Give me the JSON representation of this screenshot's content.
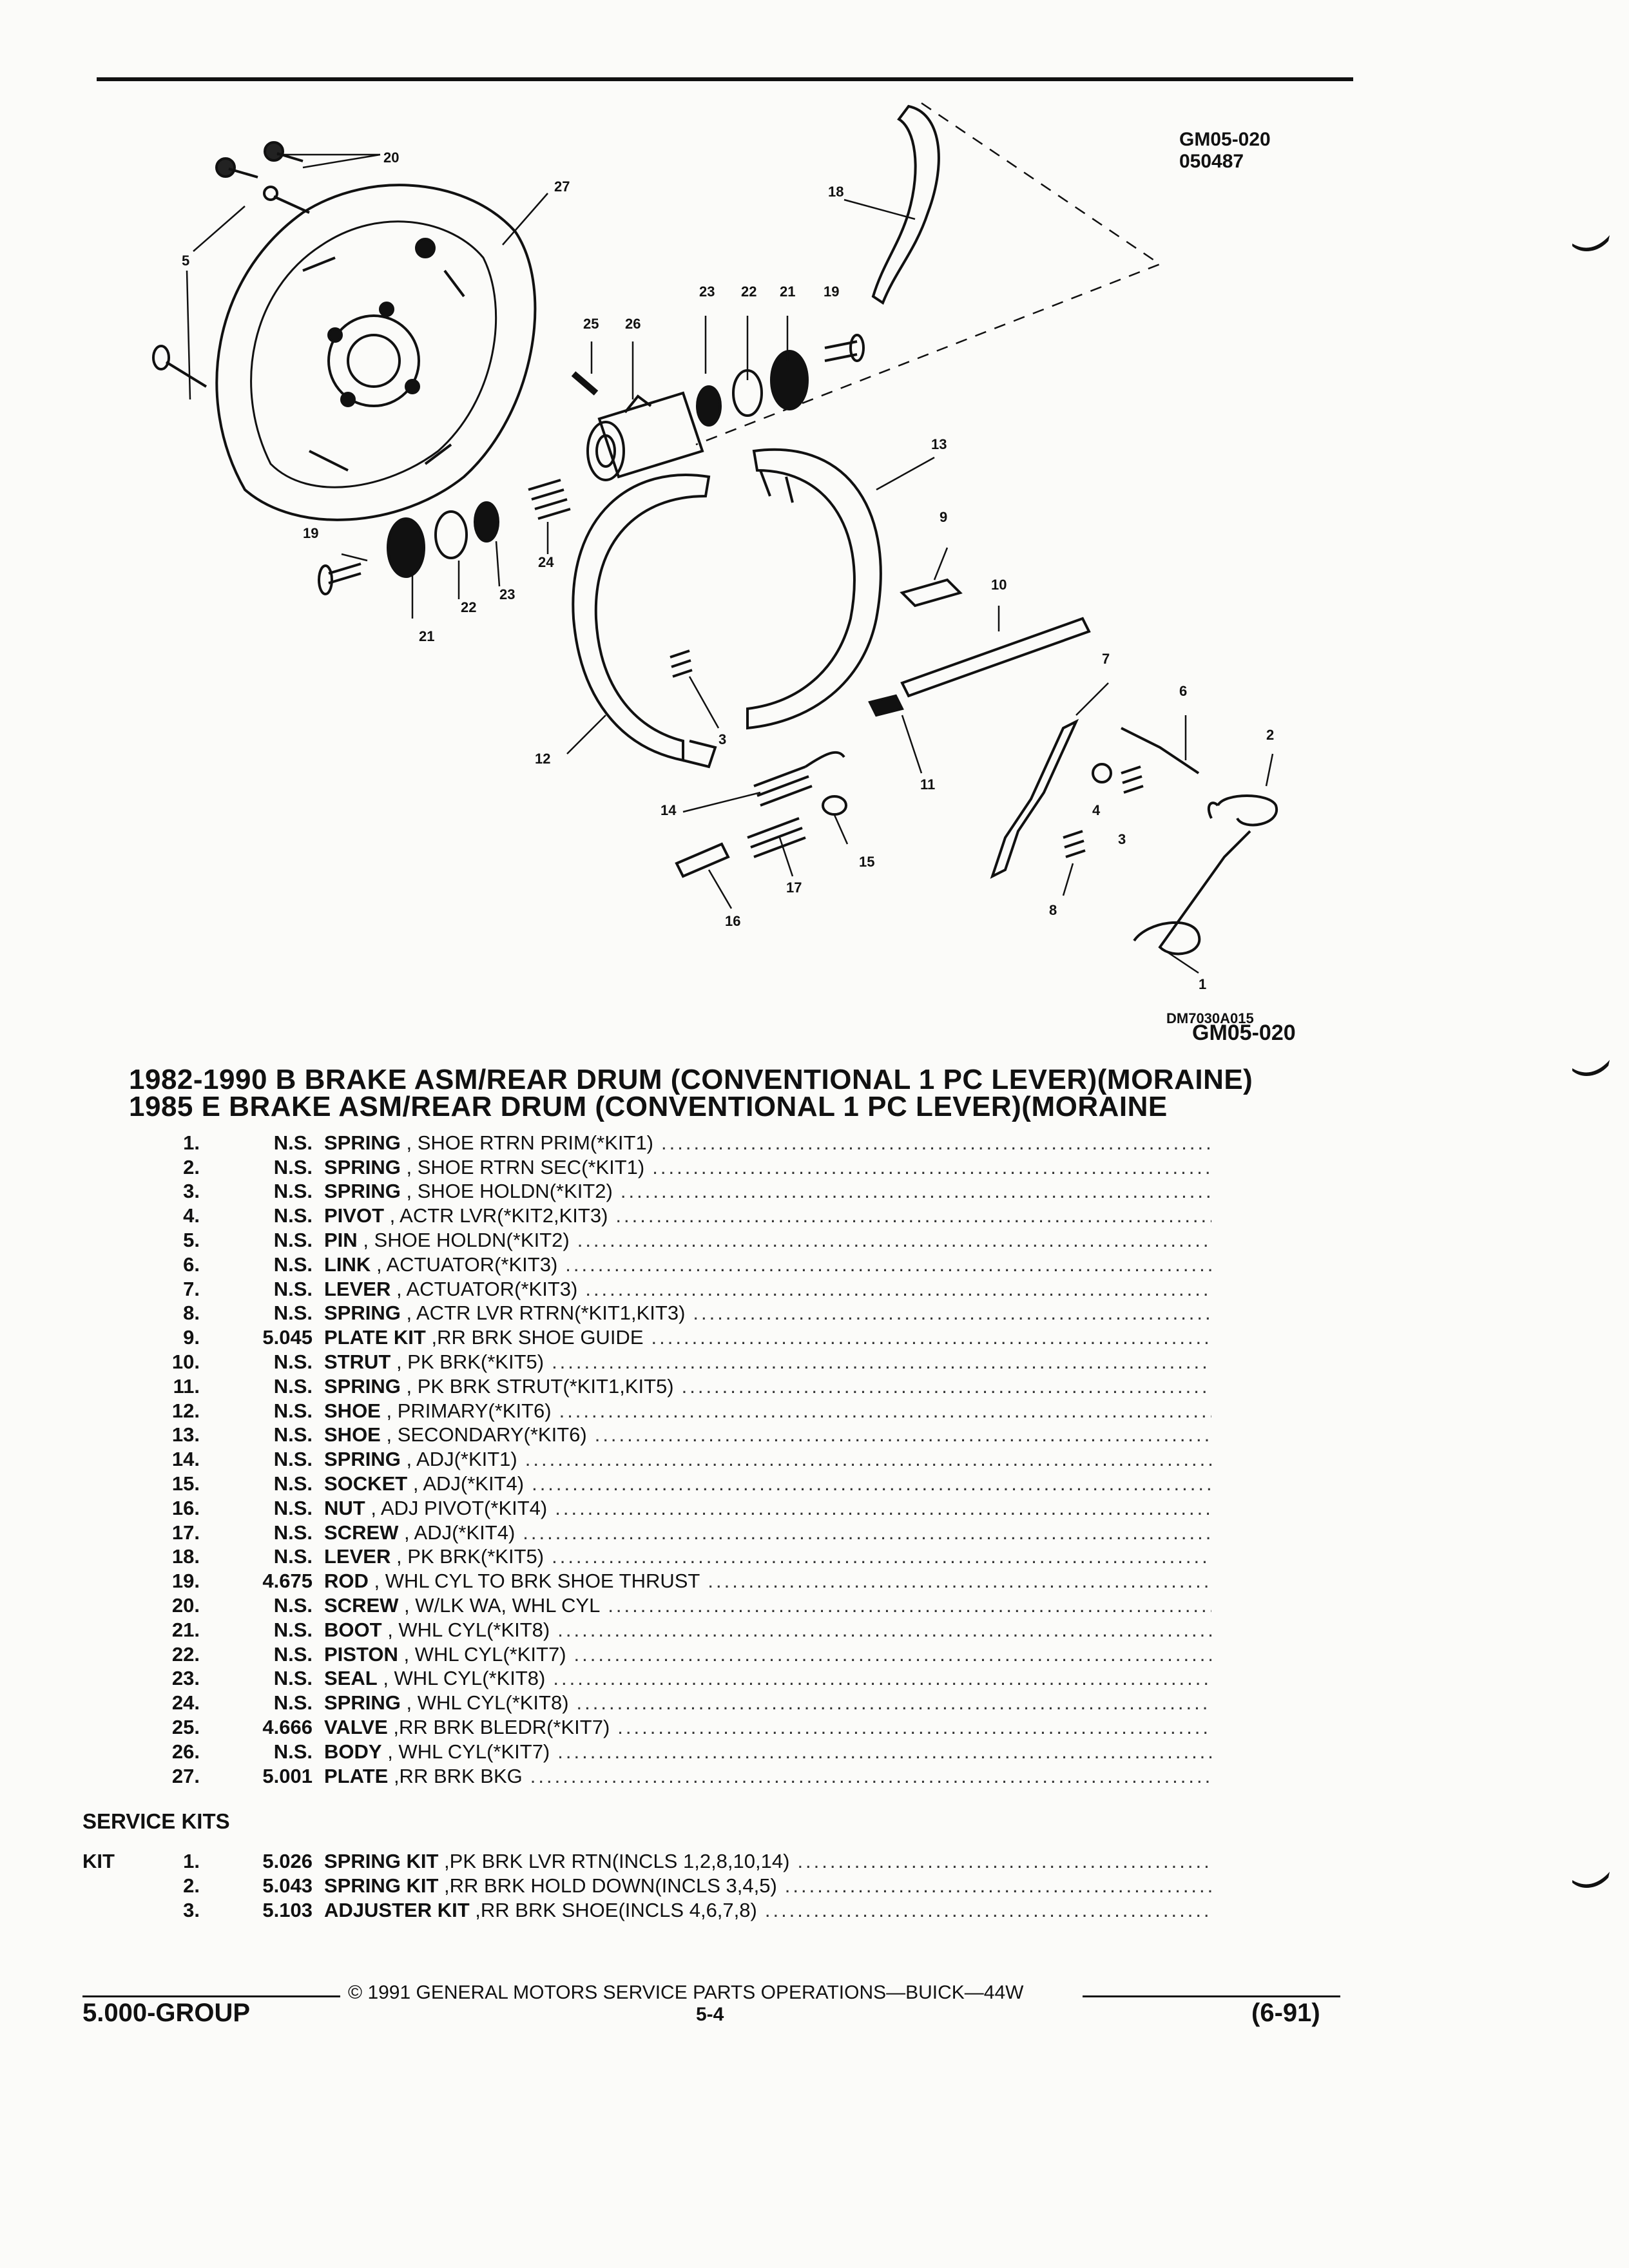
{
  "figure": {
    "id_top": "GM05-020",
    "date_code": "050487",
    "bottom_ref": "DM7030A015",
    "bottom_id": "GM05-020"
  },
  "titles": {
    "line1": "1982-1990 B BRAKE ASM/REAR DRUM (CONVENTIONAL 1 PC LEVER)(MORAINE)",
    "line2": "1985 E BRAKE ASM/REAR DRUM (CONVENTIONAL 1 PC LEVER)(MORAINE"
  },
  "parts": [
    {
      "num": "1.",
      "code": "N.S.",
      "name": "SPRING",
      "detail": ", SHOE RTRN PRIM(*KIT1)"
    },
    {
      "num": "2.",
      "code": "N.S.",
      "name": "SPRING",
      "detail": ", SHOE RTRN SEC(*KIT1)"
    },
    {
      "num": "3.",
      "code": "N.S.",
      "name": "SPRING",
      "detail": ", SHOE HOLDN(*KIT2)"
    },
    {
      "num": "4.",
      "code": "N.S.",
      "name": "PIVOT",
      "detail": ", ACTR LVR(*KIT2,KIT3)"
    },
    {
      "num": "5.",
      "code": "N.S.",
      "name": "PIN",
      "detail": ", SHOE HOLDN(*KIT2)"
    },
    {
      "num": "6.",
      "code": "N.S.",
      "name": "LINK",
      "detail": ", ACTUATOR(*KIT3)"
    },
    {
      "num": "7.",
      "code": "N.S.",
      "name": "LEVER",
      "detail": ", ACTUATOR(*KIT3)"
    },
    {
      "num": "8.",
      "code": "N.S.",
      "name": "SPRING",
      "detail": ", ACTR LVR RTRN(*KIT1,KIT3)"
    },
    {
      "num": "9.",
      "code": "5.045",
      "name": "PLATE KIT",
      "detail": ",RR BRK SHOE GUIDE"
    },
    {
      "num": "10.",
      "code": "N.S.",
      "name": "STRUT",
      "detail": ", PK BRK(*KIT5)"
    },
    {
      "num": "11.",
      "code": "N.S.",
      "name": "SPRING",
      "detail": ", PK BRK STRUT(*KIT1,KIT5)"
    },
    {
      "num": "12.",
      "code": "N.S.",
      "name": "SHOE",
      "detail": ", PRIMARY(*KIT6)"
    },
    {
      "num": "13.",
      "code": "N.S.",
      "name": "SHOE",
      "detail": ", SECONDARY(*KIT6)"
    },
    {
      "num": "14.",
      "code": "N.S.",
      "name": "SPRING",
      "detail": ", ADJ(*KIT1)"
    },
    {
      "num": "15.",
      "code": "N.S.",
      "name": "SOCKET",
      "detail": ", ADJ(*KIT4)"
    },
    {
      "num": "16.",
      "code": "N.S.",
      "name": "NUT",
      "detail": ", ADJ PIVOT(*KIT4)"
    },
    {
      "num": "17.",
      "code": "N.S.",
      "name": "SCREW",
      "detail": ", ADJ(*KIT4)"
    },
    {
      "num": "18.",
      "code": "N.S.",
      "name": "LEVER",
      "detail": ", PK BRK(*KIT5)"
    },
    {
      "num": "19.",
      "code": "4.675",
      "name": "ROD",
      "detail": ", WHL CYL TO BRK SHOE THRUST"
    },
    {
      "num": "20.",
      "code": "N.S.",
      "name": "SCREW",
      "detail": ", W/LK WA, WHL CYL"
    },
    {
      "num": "21.",
      "code": "N.S.",
      "name": "BOOT",
      "detail": ", WHL CYL(*KIT8)"
    },
    {
      "num": "22.",
      "code": "N.S.",
      "name": "PISTON",
      "detail": ", WHL CYL(*KIT7)"
    },
    {
      "num": "23.",
      "code": "N.S.",
      "name": "SEAL",
      "detail": ", WHL CYL(*KIT8)"
    },
    {
      "num": "24.",
      "code": "N.S.",
      "name": "SPRING",
      "detail": ", WHL CYL(*KIT8)"
    },
    {
      "num": "25.",
      "code": "4.666",
      "name": "VALVE",
      "detail": ",RR BRK BLEDR(*KIT7)"
    },
    {
      "num": "26.",
      "code": "N.S.",
      "name": "BODY",
      "detail": ", WHL CYL(*KIT7)"
    },
    {
      "num": "27.",
      "code": "5.001",
      "name": "PLATE",
      "detail": ",RR BRK BKG"
    }
  ],
  "service_kits": {
    "heading": "SERVICE KITS",
    "label": "KIT",
    "items": [
      {
        "num": "1.",
        "code": "5.026",
        "name": "SPRING KIT",
        "detail": ",PK BRK LVR RTN(INCLS 1,2,8,10,14)"
      },
      {
        "num": "2.",
        "code": "5.043",
        "name": "SPRING KIT",
        "detail": ",RR BRK HOLD DOWN(INCLS 3,4,5)"
      },
      {
        "num": "3.",
        "code": "5.103",
        "name": "ADJUSTER KIT",
        "detail": ",RR BRK SHOE(INCLS 4,6,7,8)"
      }
    ]
  },
  "footer": {
    "copyright": "© 1991 GENERAL MOTORS SERVICE PARTS OPERATIONS—BUICK—44W",
    "group": "5.000-GROUP",
    "page": "5-4",
    "date": "(6-91)"
  },
  "callouts": [
    "20",
    "27",
    "5",
    "18",
    "23",
    "22",
    "21",
    "19",
    "25",
    "26",
    "13",
    "19",
    "21",
    "22",
    "23",
    "24",
    "9",
    "10",
    "7",
    "6",
    "2",
    "12",
    "3",
    "14",
    "11",
    "4",
    "3",
    "15",
    "17",
    "16",
    "8",
    "1"
  ]
}
